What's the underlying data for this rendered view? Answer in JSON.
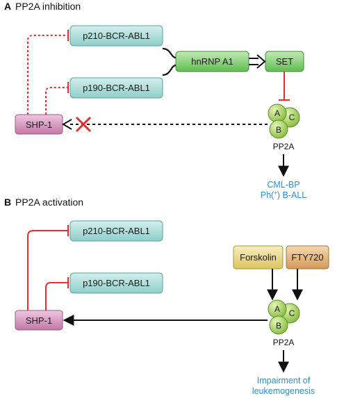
{
  "panel_a": {
    "letter": "A",
    "title": "PP2A inhibition",
    "p210": "p210-BCR-ABL1",
    "p190": "p190-BCR-ABL1",
    "hnrnp": "hnRNP A1",
    "set": "SET",
    "shp1": "SHP-1",
    "pp2a_sub_a": "A",
    "pp2a_sub_b": "B",
    "pp2a_sub_c": "C",
    "pp2a_label": "PP2A",
    "outcome_line1": "CML-BP",
    "outcome_line2_pre": "Ph(",
    "outcome_line2_sup": "+",
    "outcome_line2_post": ") B-ALL"
  },
  "panel_b": {
    "letter": "B",
    "title": "PP2A activation",
    "p210": "p210-BCR-ABL1",
    "p190": "p190-BCR-ABL1",
    "forskolin": "Forskolin",
    "fty720": "FTY720",
    "shp1": "SHP-1",
    "pp2a_sub_a": "A",
    "pp2a_sub_b": "B",
    "pp2a_sub_c": "C",
    "pp2a_label": "PP2A",
    "outcome_line1": "Impairment of",
    "outcome_line2": "leukemogenesis"
  },
  "colors": {
    "teal_box": "#a9dcd8",
    "green_box": "#7fcf6f",
    "pink_box": "#d48cb8",
    "yellow_box": "#ecdb82",
    "tan_box": "#e3b478",
    "pp2a_green": "#a5d25a",
    "inhibit_red": "#e03030",
    "outcome_blue": "#2a8fd6"
  }
}
